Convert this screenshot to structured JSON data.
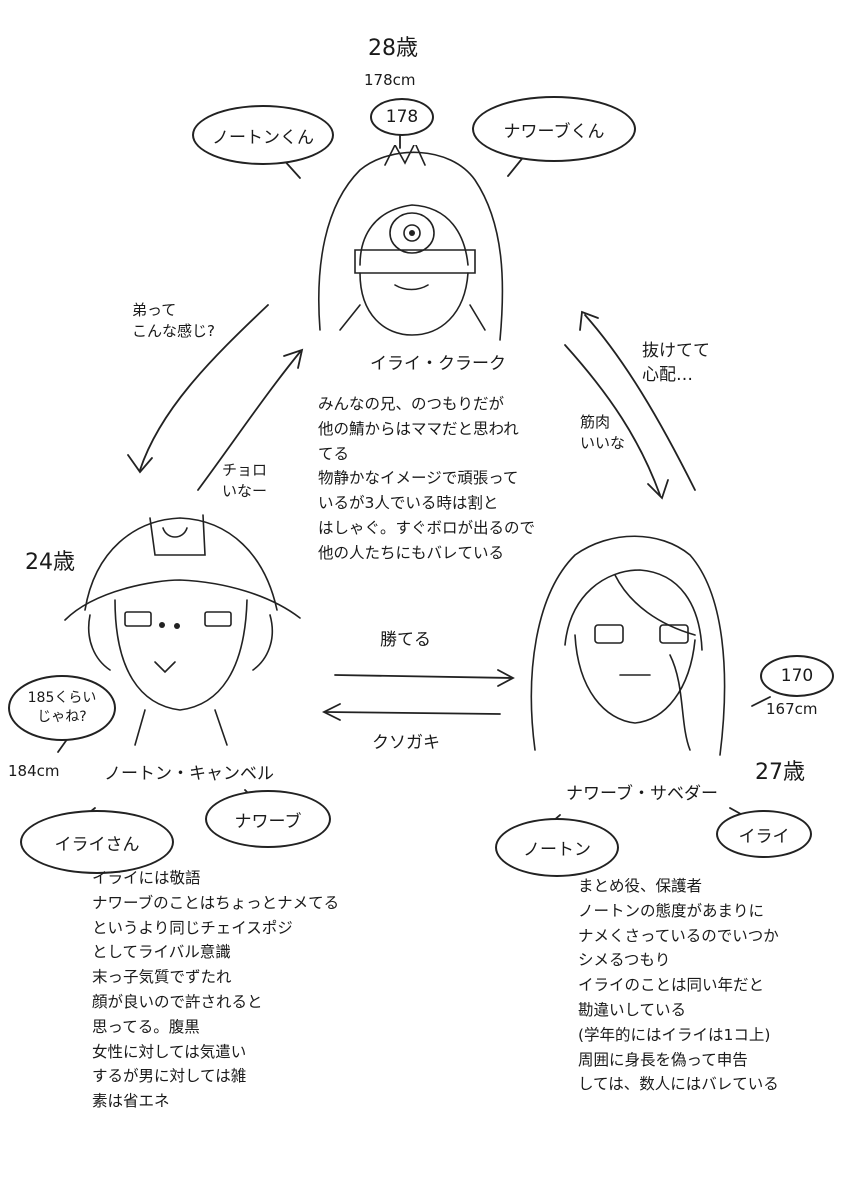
{
  "clark": {
    "age": "28歳",
    "height_note": "178cm",
    "height_bubble": "178",
    "bubble_left": "ノートンくん",
    "bubble_right": "ナワーブくん",
    "name": "イライ・クラーク",
    "note_lines": [
      "みんなの兄、のつもりだが",
      "他の鯖からはママだと思われ",
      "てる",
      "物静かなイメージで頑張って",
      "いるが3人でいる時は割と",
      "はしゃぐ。すぐボロが出るので",
      "他の人たちにもバレている"
    ]
  },
  "norton": {
    "age": "24歳",
    "height_note": "184cm",
    "height_bubble": "185くらい\nじゃね?",
    "bubble_left": "イライさん",
    "bubble_right": "ナワーブ",
    "name": "ノートン・キャンベル",
    "note_lines": [
      "イライには敬語",
      "ナワーブのことはちょっとナメてる",
      "というより同じチェイスポジ",
      "としてライバル意識",
      "末っ子気質でずたれ",
      "顔が良いので許されると",
      "思ってる。腹黒",
      "女性に対しては気遣い",
      "するが男に対しては雑",
      "素は省エネ"
    ]
  },
  "naib": {
    "age": "27歳",
    "height_note": "167cm",
    "height_bubble": "170",
    "bubble_left": "ノートン",
    "bubble_right": "イライ",
    "name": "ナワーブ・サベダー",
    "note_lines": [
      "まとめ役、保護者",
      "ノートンの態度があまりに",
      "ナメくさっているのでいつか",
      "シメるつもり",
      "イライのことは同い年だと",
      "勘違いしている",
      "(学年的にはイライは1コ上)",
      "周囲に身長を偽って申告",
      "しては、数人にはバレている"
    ]
  },
  "arrows": {
    "clark_to_norton": "弟って\nこんな感じ?",
    "norton_to_clark": "チョロ\nいなー",
    "naib_to_clark": "抜けてて\n心配…",
    "clark_to_naib": "筋肉\nいいな",
    "norton_to_naib": "勝てる",
    "naib_to_norton": "クソガキ"
  }
}
